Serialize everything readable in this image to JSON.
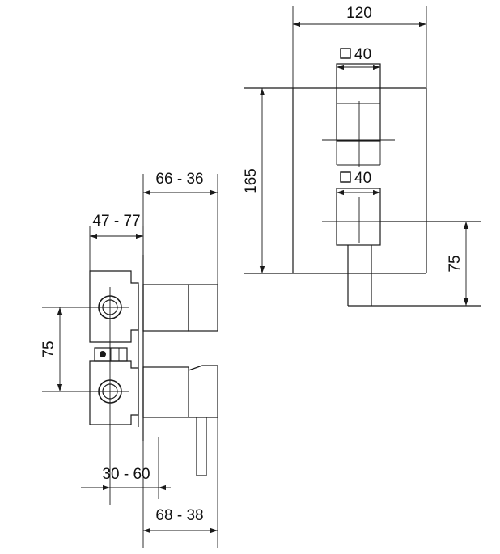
{
  "front_view": {
    "height_label": "165",
    "width_label": "120",
    "square_top_label": "40",
    "square_bottom_label": "40",
    "side_label": "75"
  },
  "side_view": {
    "depth_top_label": "66 - 36",
    "depth_inner_label": "47 - 77",
    "spacing_label": "75",
    "offset_label": "30 - 60",
    "depth_bottom_label": "68 - 38"
  }
}
